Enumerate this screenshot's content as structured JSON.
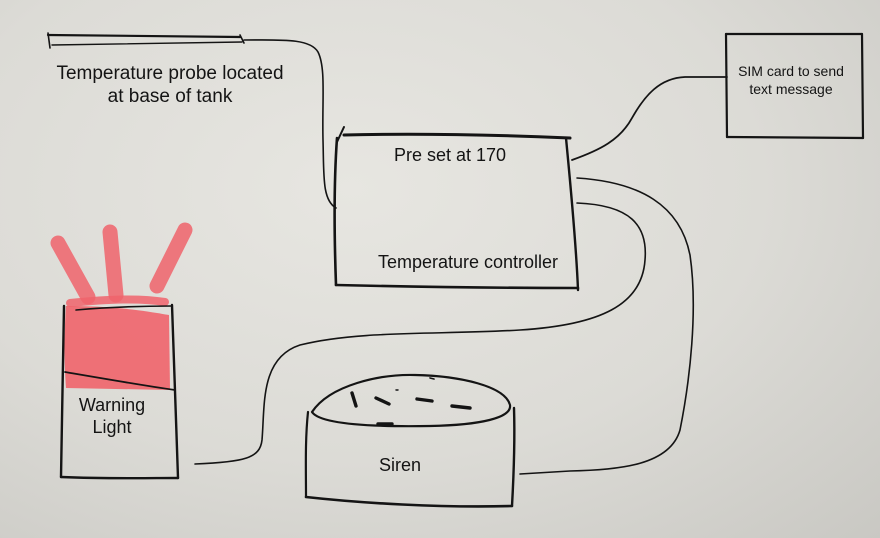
{
  "diagram": {
    "probe_caption": "Temperature probe located at base of tank",
    "preset_text": "Pre set at 170",
    "controller_label": "Temperature controller",
    "sim_caption": "SIM card to send text message",
    "warning_light_label": "Warning Light",
    "siren_label": "Siren"
  },
  "colors": {
    "background": "#dedcd7",
    "ink": "#141414",
    "warning_red": "#f0646c"
  }
}
